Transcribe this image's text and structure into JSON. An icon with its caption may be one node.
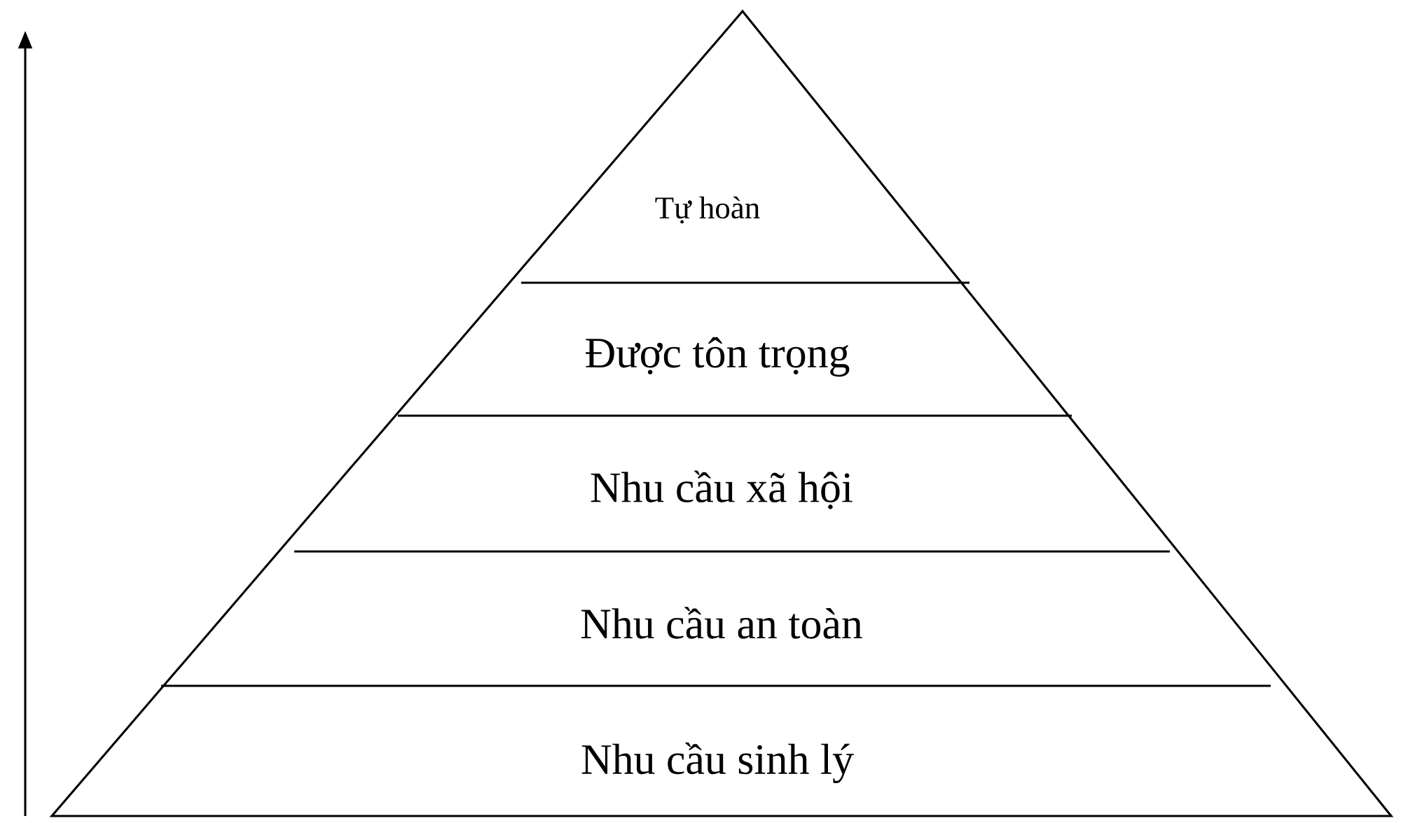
{
  "diagram": {
    "nodes": [
      {
        "text": [
          "Tự hoàn"
        ]
      },
      {
        "text": [
          "Được tôn trọng"
        ]
      },
      {
        "text": [
          "Nhu cầu xã hội"
        ]
      },
      {
        "text": [
          "Nhu cầu an toàn"
        ]
      },
      {
        "text": [
          "Nhu cầu sinh lý"
        ]
      }
    ]
  }
}
